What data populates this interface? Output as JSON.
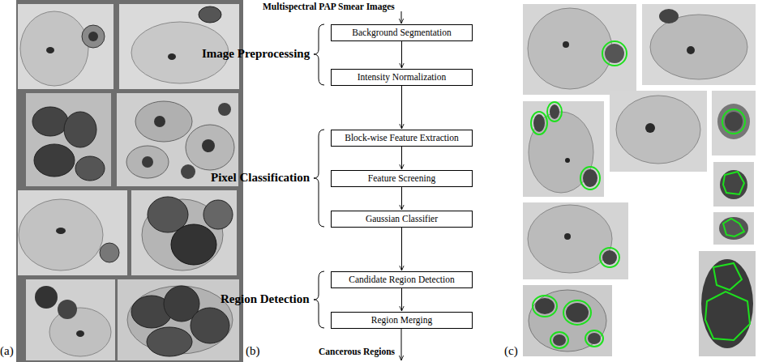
{
  "diagram": {
    "nodes": [
      {
        "text": [
          "Background Segmentation"
        ]
      },
      {
        "text": [
          "Intensity Normalization"
        ]
      },
      {
        "text": [
          "Block-wise Feature Extraction"
        ]
      },
      {
        "text": [
          "Feature Screening"
        ]
      },
      {
        "text": [
          "Gaussian Classifier"
        ]
      },
      {
        "text": [
          "Candidate Region Detection"
        ]
      },
      {
        "text": [
          "Region Merging"
        ]
      }
    ],
    "edges": [
      {
        "from": 0,
        "to": 1,
        "arrow": "to"
      },
      {
        "from": 1,
        "to": 2,
        "arrow": "to"
      },
      {
        "from": 2,
        "to": 3,
        "arrow": "to"
      },
      {
        "from": 3,
        "to": 4,
        "arrow": "to"
      },
      {
        "from": 4,
        "to": 5,
        "arrow": "to"
      },
      {
        "from": 5,
        "to": 6,
        "arrow": "to"
      }
    ],
    "labels": [
      "(a)",
      "Multispectral PAP Smear Images",
      "Image Preprocessing",
      "Pixel Classification",
      "Region Detection",
      "Cancerous Regions",
      "(b)",
      "(c)"
    ]
  }
}
